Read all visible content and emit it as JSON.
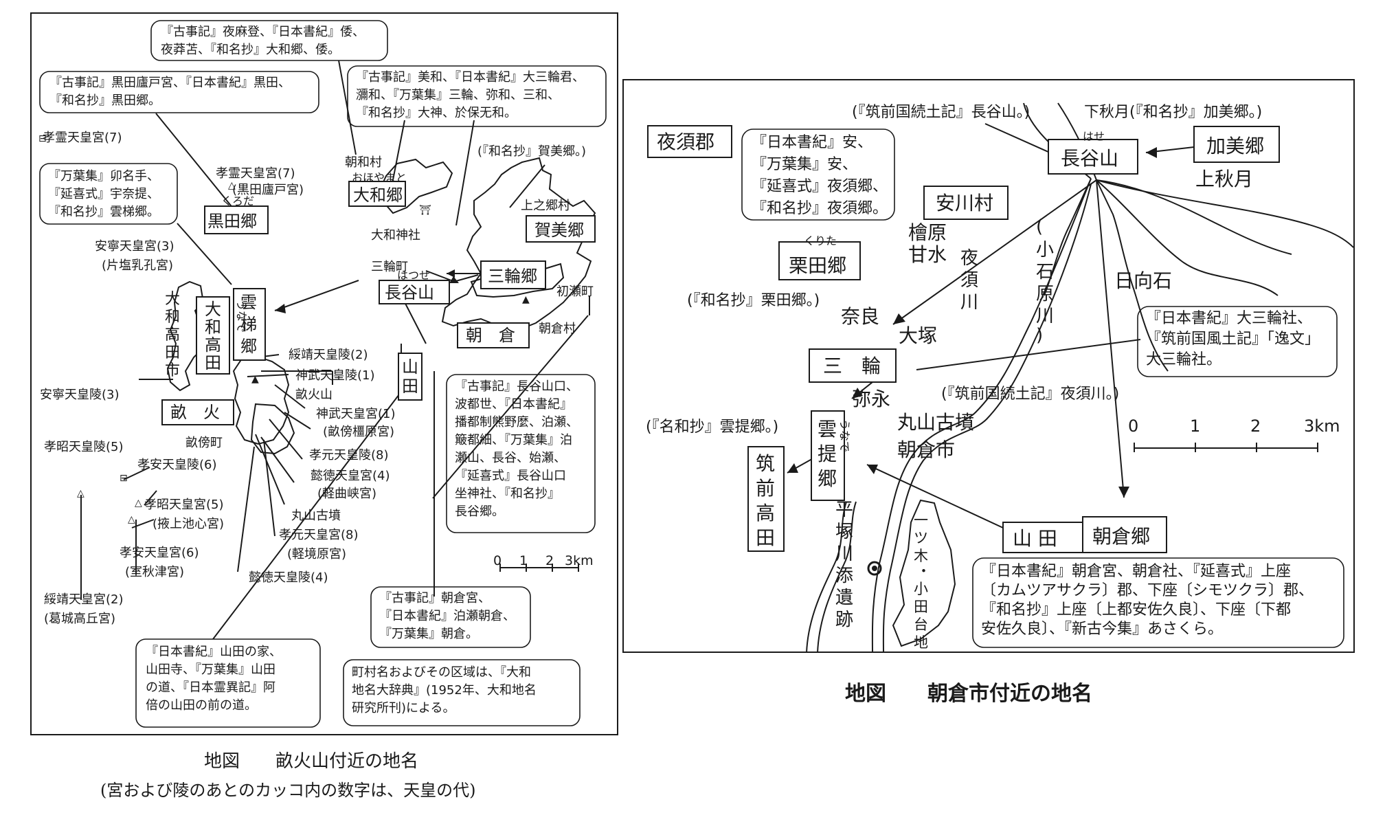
{
  "left_map": {
    "caption": "地図　　畝火山付近の地名",
    "subcaption": "(宮および陵のあとのカッコ内の数字は、天皇の代)",
    "notes": {
      "kojiki_yamato": [
        "『古事記』夜麻登、『日本書紀』倭、",
        "夜莽苫、『和名抄』大和郷、倭。"
      ],
      "kojiki_kuroda": [
        "『古事記』黒田廬戸宮、『日本書紀』黒田、",
        "『和名抄』黒田郷。"
      ],
      "kojiki_miwa": [
        "『古事記』美和、『日本書紀』大三輪君、",
        "瀰和、『万葉集』三輪、弥和、三和、",
        "『和名抄』大神、於保无和。"
      ],
      "wamyo_kami": "(『和名抄』賀美郷。)",
      "manyo_unade": [
        "『万葉集』卯名手、",
        "『延喜式』宇奈提、",
        "『和名抄』雲梯郷。"
      ],
      "kojiki_hase": [
        "『古事記』長谷山口、",
        "波都世、『日本書紀』",
        "播都制熊野麼、泊瀬、",
        "簸都細、『万葉集』泊",
        "瀬山、長谷、始瀬、",
        "『延喜式』長谷山口",
        "坐神社、『和名抄』",
        "長谷郷。"
      ],
      "kojiki_asakura": [
        "『古事記』朝倉宮、",
        "『日本書紀』泊瀬朝倉、",
        "『万葉集』朝倉。"
      ],
      "nihon_yamada": [
        "『日本書紀』山田の家、",
        "山田寺、『万葉集』山田",
        "の道、『日本霊異記』阿",
        "倍の山田の前の道。"
      ],
      "source_note": [
        "町村名およびその区域は、『大和",
        "地名大辞典』(1952年、大和地名",
        "研究所刊)による。"
      ]
    },
    "boxed": {
      "yamato_gou": "大和郷",
      "yamato_ruby": "おほやまと",
      "kuroda_gou": "黒田郷",
      "kuroda_ruby": "くろだ",
      "kami_gou": "賀美郷",
      "hase_yama": "長谷山",
      "hase_ruby": "はつせ",
      "miwa_gou": "三輪郷",
      "unade_gou": [
        "雲",
        "梯",
        "郷"
      ],
      "unade_ruby": "うなで",
      "yamato_takada": [
        "大",
        "和",
        "高",
        "田"
      ],
      "asakura": "朝　倉",
      "yamada": [
        "山",
        "田"
      ],
      "unebi": "畝　火"
    },
    "labels": {
      "kourei_palace_top": "孝霊天皇宮(7)",
      "kourei_palace": "孝霊天皇宮(7)",
      "kuroda_palace": "(黒田廬戸宮)",
      "asawa_mura": "朝和村",
      "yamato_jinja": "大和神社",
      "kaminogou_mura": "上之郷村",
      "annei_palace": "安寧天皇宮(3)",
      "kataji_palace": "(片塩乳孔宮)",
      "miwa_machi": "三輪町",
      "hase_machi": "初瀬町",
      "asakura_mura": "朝倉村",
      "yamato_takada_shi": [
        "大",
        "和",
        "高",
        "田",
        "市"
      ],
      "suizei_ryo": "綏靖天皇陵(2)",
      "jimmu_ryo": "神武天皇陵(1)",
      "unebi_yama": "畝火山",
      "jimmu_palace": "神武天皇宮(1)",
      "kashihara_palace": "(畝傍橿原宮)",
      "annei_ryo": "安寧天皇陵(3)",
      "unebi_machi": "畝傍町",
      "koushou_ryo": "孝昭天皇陵(5)",
      "kouan_ryo": "孝安天皇陵(6)",
      "kougen_ryo": "孝元天皇陵(8)",
      "itoku_palace": "懿徳天皇宮(4)",
      "magari_palace": "(軽曲峡宮)",
      "koushou_palace": "孝昭天皇宮(5)",
      "wakigami_palace": "(掖上池心宮)",
      "maruyama": "丸山古墳",
      "kougen_palace": "孝元天皇宮(8)",
      "sakaihara_palace": "(軽境原宮)",
      "kouan_palace": "孝安天皇宮(6)",
      "akitsu_palace": "(室秋津宮)",
      "itoku_ryo": "懿徳天皇陵(4)",
      "suizei_palace": "綏靖天皇宮(2)",
      "takaoka_palace": "(葛城高丘宮)"
    },
    "scale": {
      "ticks": [
        "0",
        "1",
        "2",
        "3km"
      ]
    }
  },
  "right_map": {
    "caption": "地図　　朝倉市付近の地名",
    "notes": {
      "chikuzen_hase": "(『筑前国続土記』長谷山。)",
      "shimoakizuki": "下秋月(『和名抄』加美郷。)",
      "nihon_yasu": [
        "『日本書紀』安、",
        "『万葉集』安、",
        "『延喜式』夜須郷、",
        "『和名抄』夜須郷。"
      ],
      "wamyo_kurita": "(『和名抄』栗田郷。)",
      "nihon_omiwa": [
        "『日本書紀』大三輪社、",
        "『筑前国風土記』「逸文」",
        "大三輪社。"
      ],
      "chikuzen_yasu": "(『筑前国続土記』夜須川。)",
      "wamyo_unade": "(『名和抄』雲提郷。)",
      "nihon_asakura": [
        "『日本書紀』朝倉宮、朝倉社、『延喜式』上座",
        "〔カムツアサクラ〕郡、下座〔シモツクラ〕郡、",
        "『和名抄』上座〔上都安佐久良〕、下座〔下都",
        "安佐久良〕、『新古今集』あさくら。"
      ]
    },
    "boxed": {
      "yasu_gun": "夜須郡",
      "hase_yama": "長谷山",
      "hase_ruby": "はせ",
      "kami_gou": "加美郷",
      "yasukawa_mura": "安川村",
      "kurita_gou": "栗田郷",
      "kurita_ruby": "くりた",
      "miwa": "三　輪",
      "unade_gou": [
        "雲",
        "提",
        "郷"
      ],
      "unade_ruby": "うなで",
      "chikuzen_takada": [
        "筑",
        "前",
        "高",
        "田"
      ],
      "yamada": "山 田",
      "asakura_gou": "朝倉郷"
    },
    "labels": {
      "kamiakizuki": "上秋月",
      "hibara": "檜原",
      "amamizu": "甘水",
      "yasu_river": [
        "夜",
        "須",
        "川"
      ],
      "koishiwara_river": [
        "(",
        "小",
        "石",
        "原",
        "川",
        ")"
      ],
      "hyuga_ishi": "日向石",
      "nara": "奈良",
      "otsuka": "大塚",
      "yanaga": "弥永",
      "maruyama": "丸山古墳",
      "asakura_shi": "朝倉市",
      "hiratsuka": [
        "平",
        "塚",
        "川",
        "添",
        "遺",
        "跡"
      ],
      "hitotsugi": [
        "一",
        "ツ",
        "木",
        "・",
        "小",
        "田",
        "台",
        "地"
      ]
    },
    "scale": {
      "ticks": [
        "0",
        "1",
        "2",
        "3km"
      ]
    }
  }
}
